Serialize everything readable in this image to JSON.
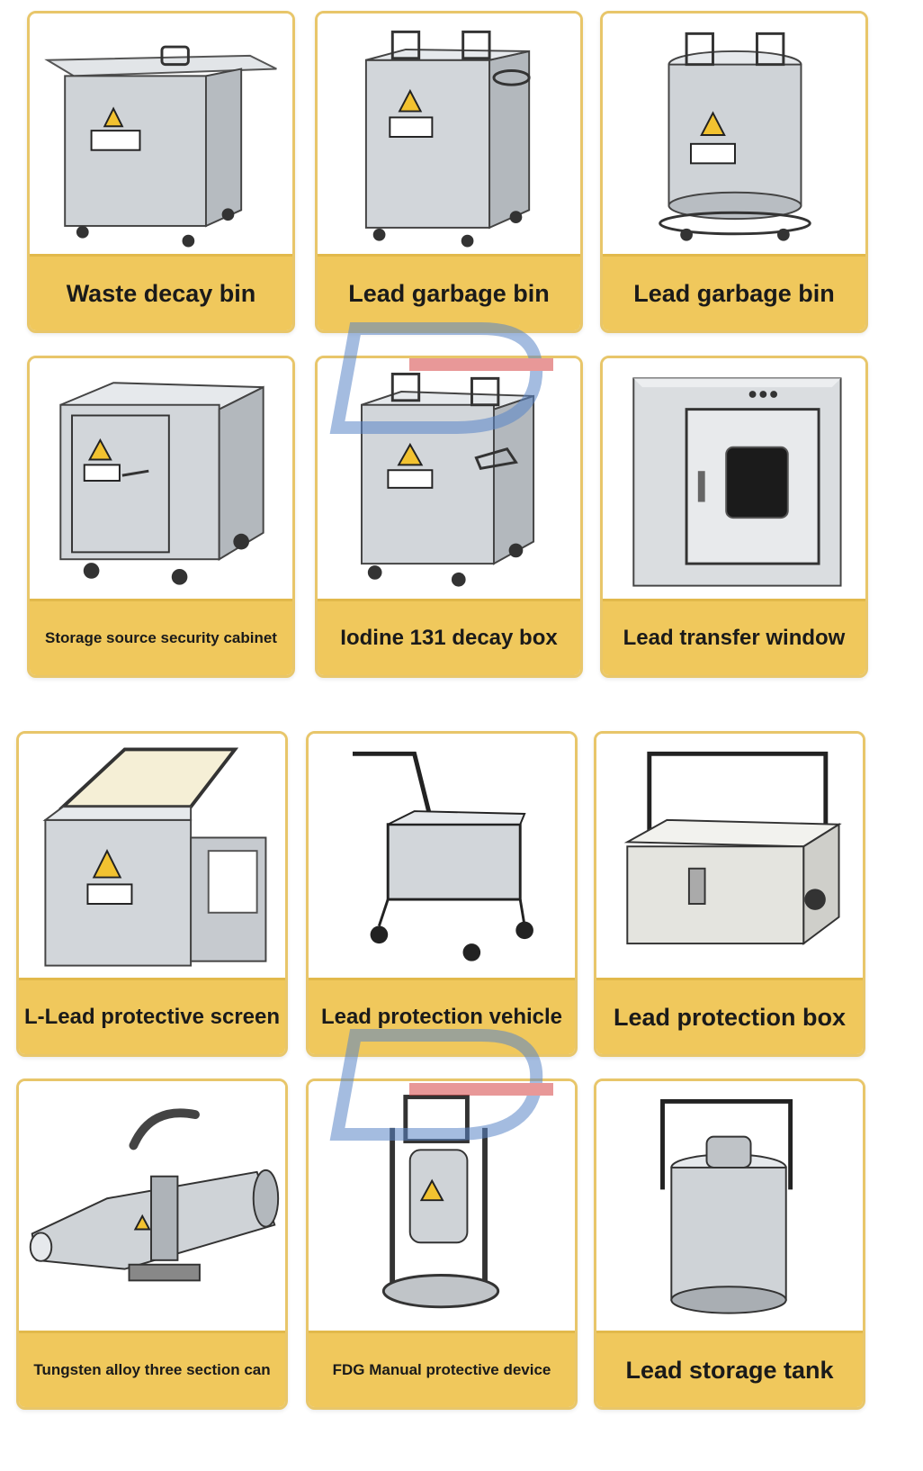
{
  "products": [
    {
      "caption": "Waste decay bin"
    },
    {
      "caption": "Lead garbage bin"
    },
    {
      "caption": "Lead garbage bin"
    },
    {
      "caption": "Storage source security cabinet"
    },
    {
      "caption": "Iodine 131 decay box"
    },
    {
      "caption": "Lead transfer window"
    },
    {
      "caption": "L-Lead protective screen"
    },
    {
      "caption": "Lead protection vehicle"
    },
    {
      "caption": "Lead protection box"
    },
    {
      "caption": "Tungsten alloy three section can"
    },
    {
      "caption": "FDG Manual protective device"
    },
    {
      "caption": "Lead storage tank"
    }
  ],
  "colors": {
    "caption_bg": "#f0c85c",
    "border": "#e8c66a",
    "warning_yellow": "#f2c230",
    "steel": "#c9cdd1"
  },
  "icons": [
    "radiation-warning-icon",
    "watermark-logo"
  ]
}
